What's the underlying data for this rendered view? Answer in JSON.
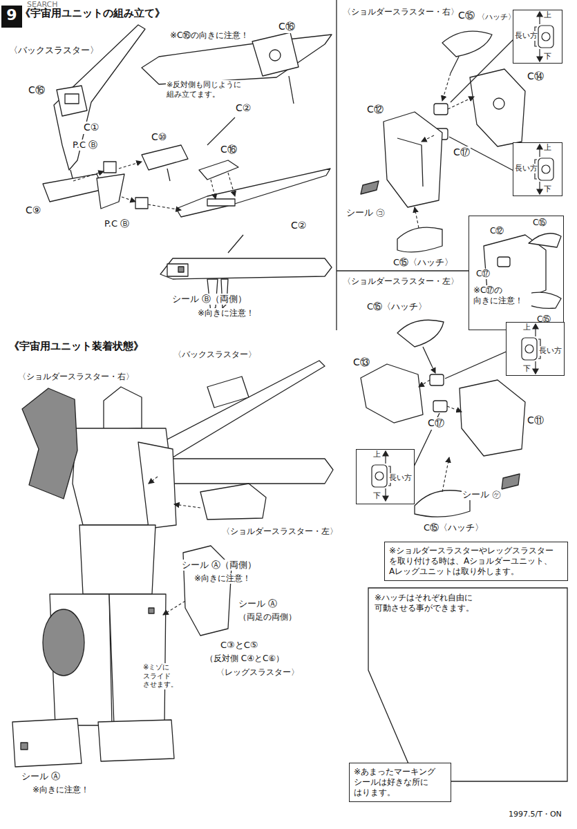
{
  "diagram": {
    "nodes": [
      {
        "text": [
          "9"
        ]
      },
      {
        "text": [
          "上",
          "長い方",
          "下"
        ]
      },
      {
        "text": [
          "上",
          "長い方",
          "下"
        ]
      },
      {
        "text": [
          "C⑫",
          "C⑮",
          "C⑰",
          "※C⑰の 向きに注意！",
          "C⑮"
        ]
      },
      {
        "text": [
          "上",
          "長い方",
          "下"
        ]
      },
      {
        "text": [
          "上",
          "長い方",
          "下"
        ]
      },
      {
        "text": [
          "※ショルダースラスターやレッグスラスター を取り付ける時は、Aショルダーユニット、 Aレッグユニットは取り外します。"
        ]
      },
      {
        "text": [
          "※ハッチはそれぞれ自由に 可動させる事ができます。"
        ]
      },
      {
        "text": [
          "※あまったマーキング シールは好きな所に はります。"
        ]
      }
    ],
    "labels": [
      "SEARCH",
      "《宇宙用ユニットの組み立て》",
      "〈バックスラスター〉",
      "※C⑯の向きに注意！",
      "C⑯",
      "※反対側も同じように 組み立てます。",
      "C②",
      "C⑯",
      "C①",
      "P.C Ⓑ",
      "C⑩",
      "C⑯",
      "C⑨",
      "P.C Ⓑ",
      "C②",
      "シール Ⓑ（両側）",
      "※向きに注意！",
      "〈ショルダースラスター・右〉",
      "C⑮",
      "〈ハッチ〉",
      "C⑭",
      "C⑫",
      "C⑰",
      "シール ㋙",
      "C⑮〈ハッチ〉",
      "〈ショルダースラスター・左〉",
      "C⑮〈ハッチ〉",
      "C⑬",
      "C⑰",
      "C⑪",
      "シール ㋘",
      "C⑮〈ハッチ〉",
      "《宇宙用ユニット装着状態》",
      "〈バックスラスター〉",
      "〈ショルダースラスター・右〉",
      "〈ショルダースラスター・左〉",
      "シール Ⓐ（両側）",
      "※向きに注意！",
      "シール Ⓐ",
      "（両足の両側）",
      "※ミゾに スライド させます。",
      "C③とC⑤",
      "（反対側 C④とC⑥）",
      "〈レッグスラスター〉",
      "シール Ⓐ",
      "※向きに注意！",
      "1997.5/T・ON"
    ]
  }
}
